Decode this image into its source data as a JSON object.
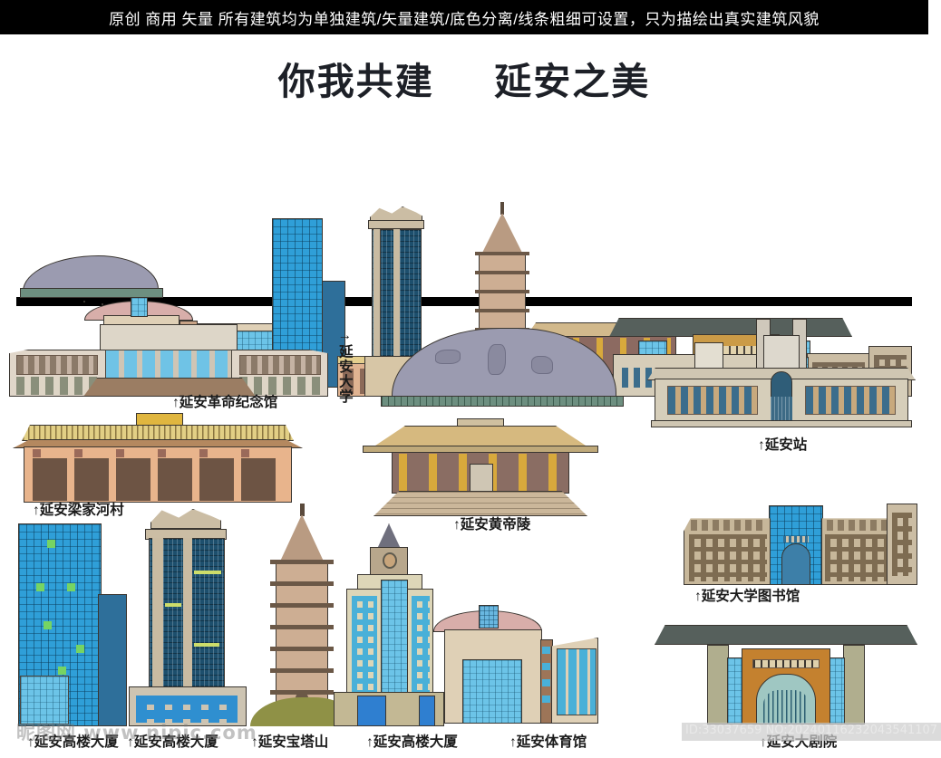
{
  "banner": {
    "text": "原创  商用  矢量  所有建筑均为单独建筑/矢量建筑/底色分离/线条粗细可设置，只为描绘出真实建筑风貌",
    "bg": "#000000",
    "fg": "#ffffff"
  },
  "title": {
    "left": "你我共建",
    "right": "延安之美",
    "color": "#1d2027"
  },
  "labels": {
    "memorial_hall": "↑延安革命纪念馆",
    "yanan_university": "→延安大学",
    "liangjiahe_village": "↑延安梁家河村",
    "yanan_station": "↑延安站",
    "huangdi_mausoleum": "↑延安黄帝陵",
    "university_library": "↑延安大学图书馆",
    "highrise_1": "↑延安高楼大厦",
    "highrise_2": "↑延安高楼大厦",
    "baota_mountain": "↑延安宝塔山",
    "highrise_3": "↑延安高楼大厦",
    "stadium": "↑延安体育馆",
    "grand_theatre": "↑延安大剧院"
  },
  "watermark": {
    "site": "昵图网 www.nipic.com",
    "id": "ID:33037659 NO:20240116232043541107"
  },
  "palette": {
    "glass_blue": "#2f9fd8",
    "glass_dark": "#1d4f6d",
    "stone_grey": "#9b9bb0",
    "beige": "#d9cfbb",
    "tan": "#c9a37d",
    "roof_grey": "#56605c",
    "gold": "#d9a93a",
    "outline": "#3a3631"
  }
}
